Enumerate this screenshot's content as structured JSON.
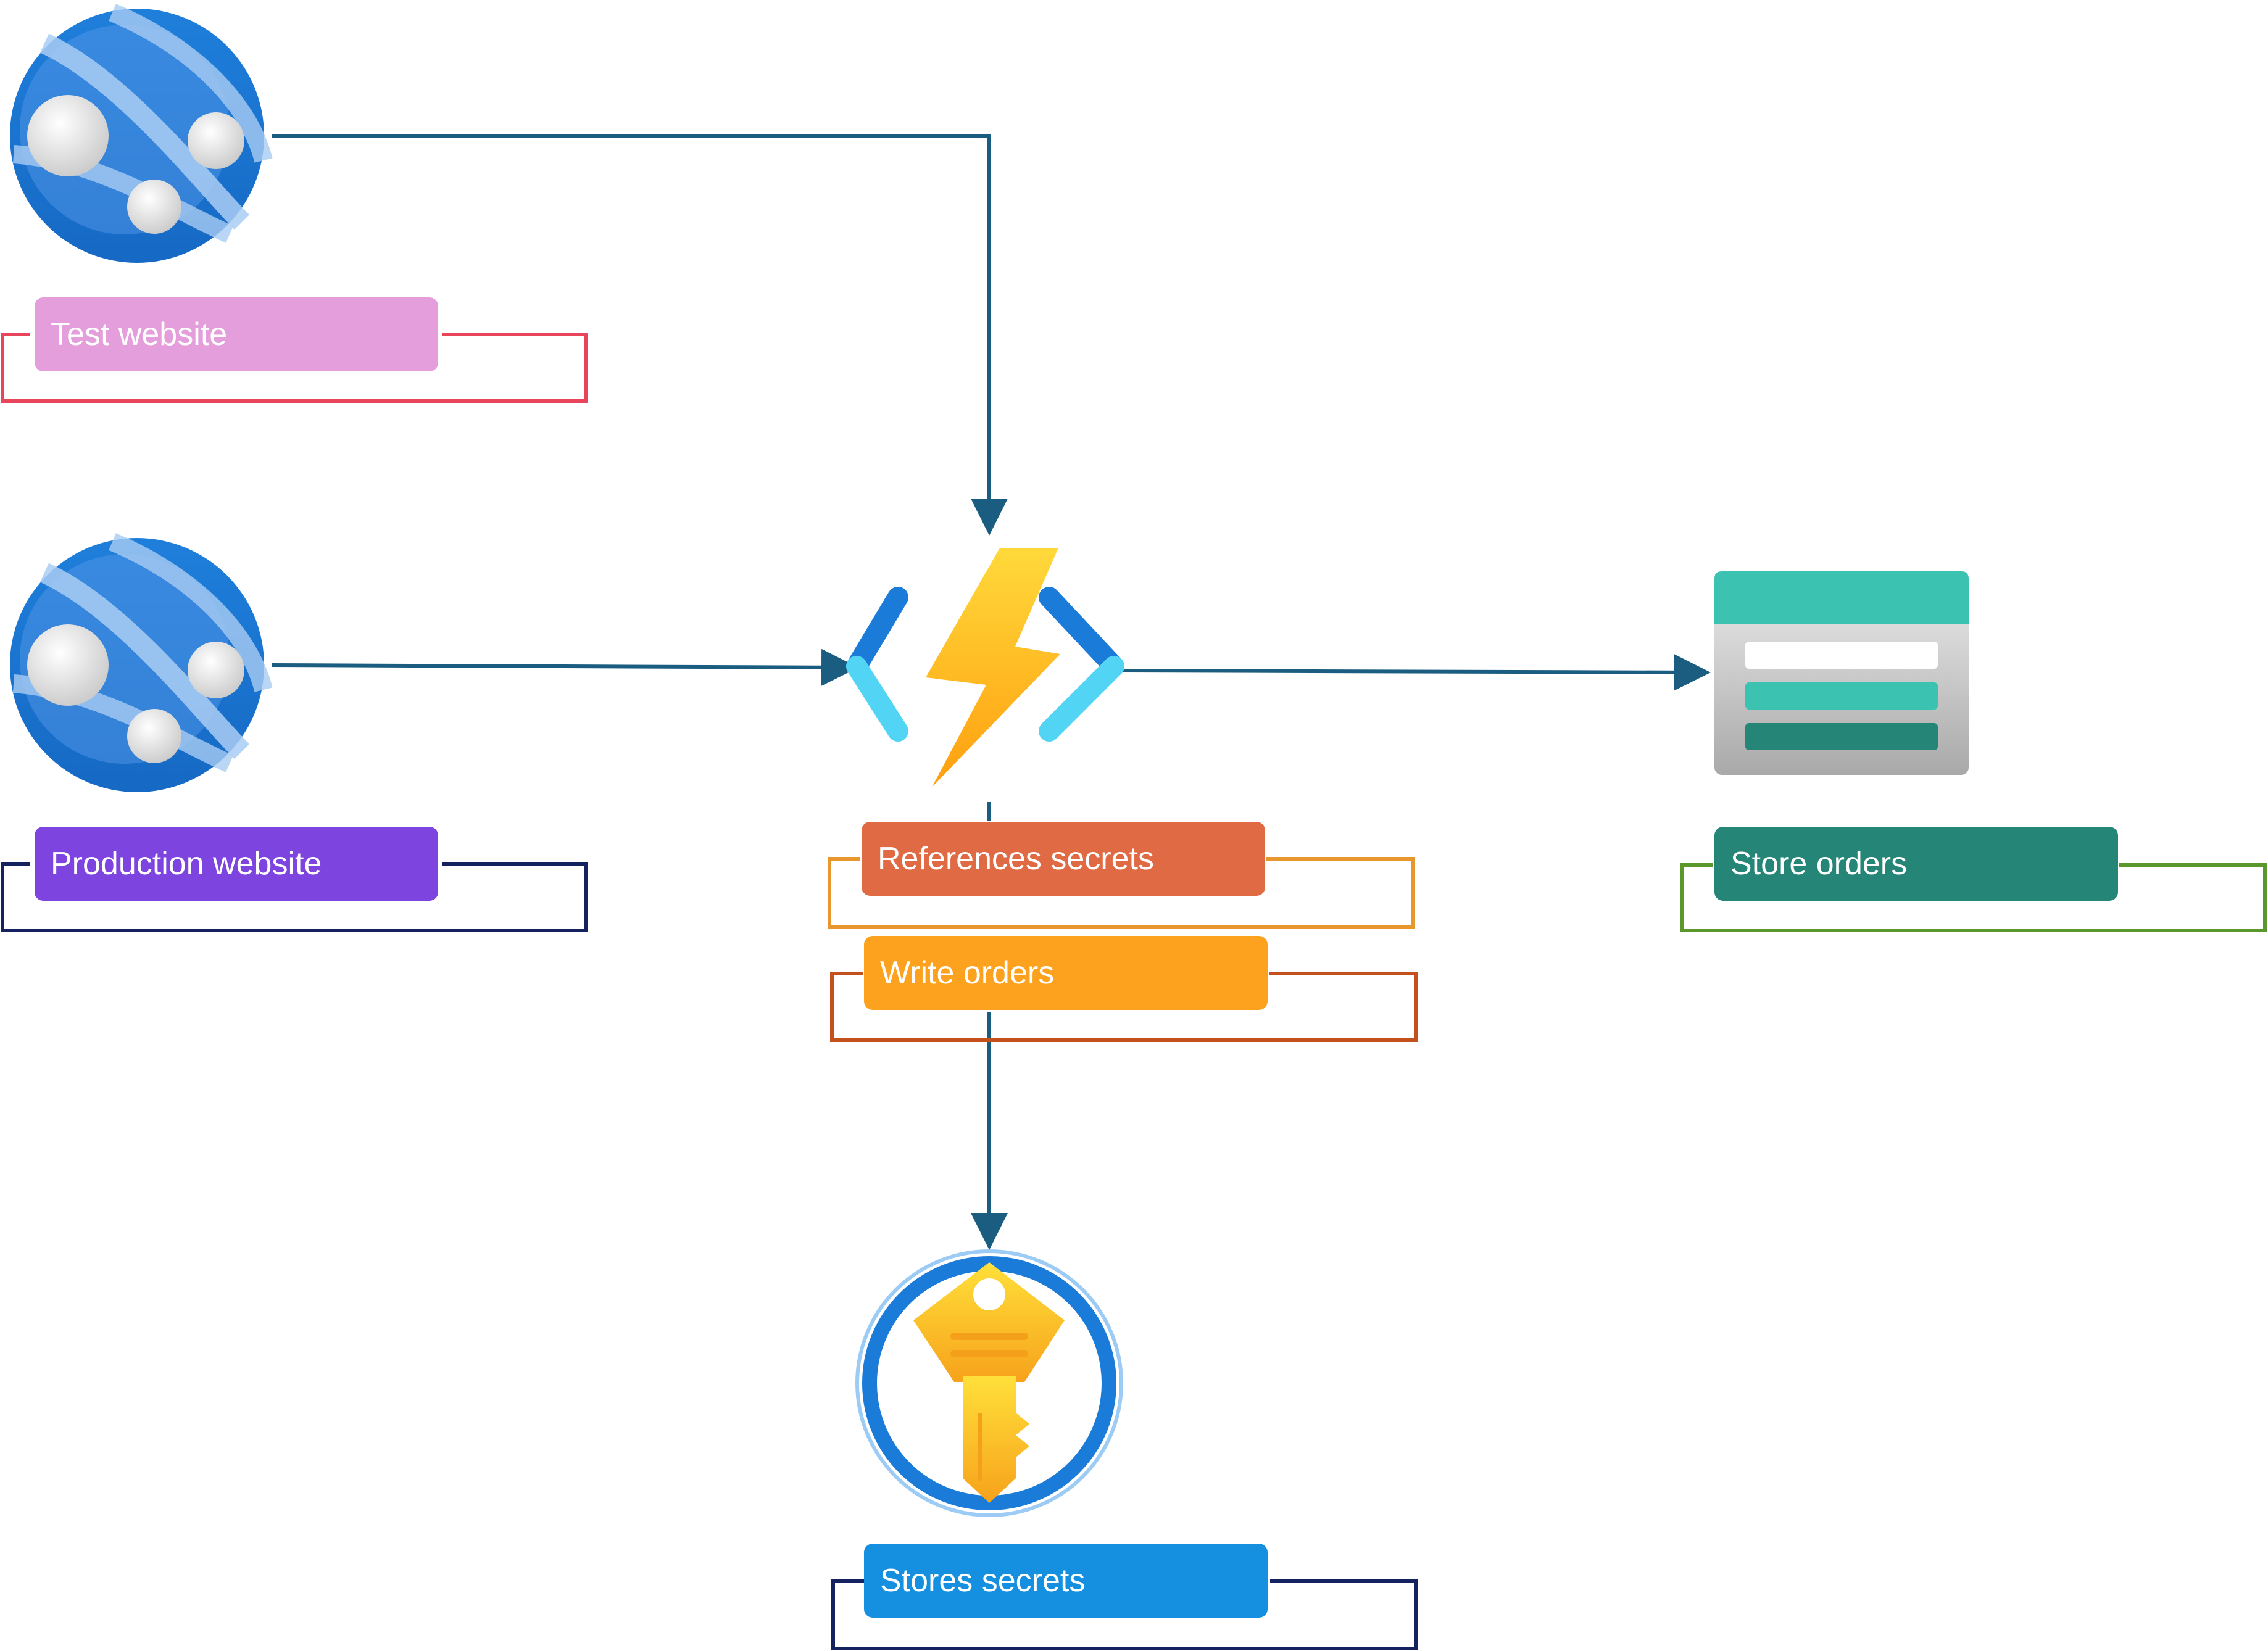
{
  "nodes": {
    "test_website": {
      "label": "Test website",
      "icon": "web-app-icon",
      "label_color": "#E49EDC",
      "bracket_color": "#E8445A"
    },
    "production_website": {
      "label": "Production website",
      "icon": "web-app-icon",
      "label_color": "#7D44E0",
      "bracket_color": "#142360"
    },
    "function_app": {
      "icon": "function-app-icon",
      "labels": [
        {
          "text": "References secrets",
          "label_color": "#E06A43",
          "bracket_color": "#E8962E"
        },
        {
          "text": "Write orders",
          "label_color": "#FCA21E",
          "bracket_color": "#C4501E"
        }
      ]
    },
    "storage": {
      "label": "Store orders",
      "icon": "storage-table-icon",
      "label_color": "#258577",
      "bracket_color": "#5A982C"
    },
    "key_vault": {
      "label": "Stores secrets",
      "icon": "key-vault-icon",
      "label_color": "#1590E0",
      "bracket_color": "#142360"
    }
  },
  "edges": [
    {
      "from": "test_website",
      "to": "function_app"
    },
    {
      "from": "production_website",
      "to": "function_app"
    },
    {
      "from": "function_app",
      "to": "storage"
    },
    {
      "from": "function_app",
      "to": "key_vault"
    }
  ],
  "colors": {
    "edge": "#1B5D80",
    "globe_dark": "#1E7FDB",
    "globe_light": "#5FA0EC",
    "bolt": "#FFC20E",
    "bracket_dark": "#1B7BD8",
    "bracket_light": "#52D5F5",
    "storage_header": "#3CC2B0",
    "key": "#FFD21A"
  }
}
